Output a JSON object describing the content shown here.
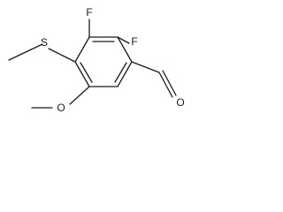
{
  "molecule": {
    "atoms": [
      {
        "id": "F1",
        "label": "F"
      },
      {
        "id": "F2",
        "label": "F"
      },
      {
        "id": "S",
        "label": "S"
      },
      {
        "id": "O1",
        "label": "O"
      },
      {
        "id": "O2",
        "label": "O"
      }
    ]
  }
}
